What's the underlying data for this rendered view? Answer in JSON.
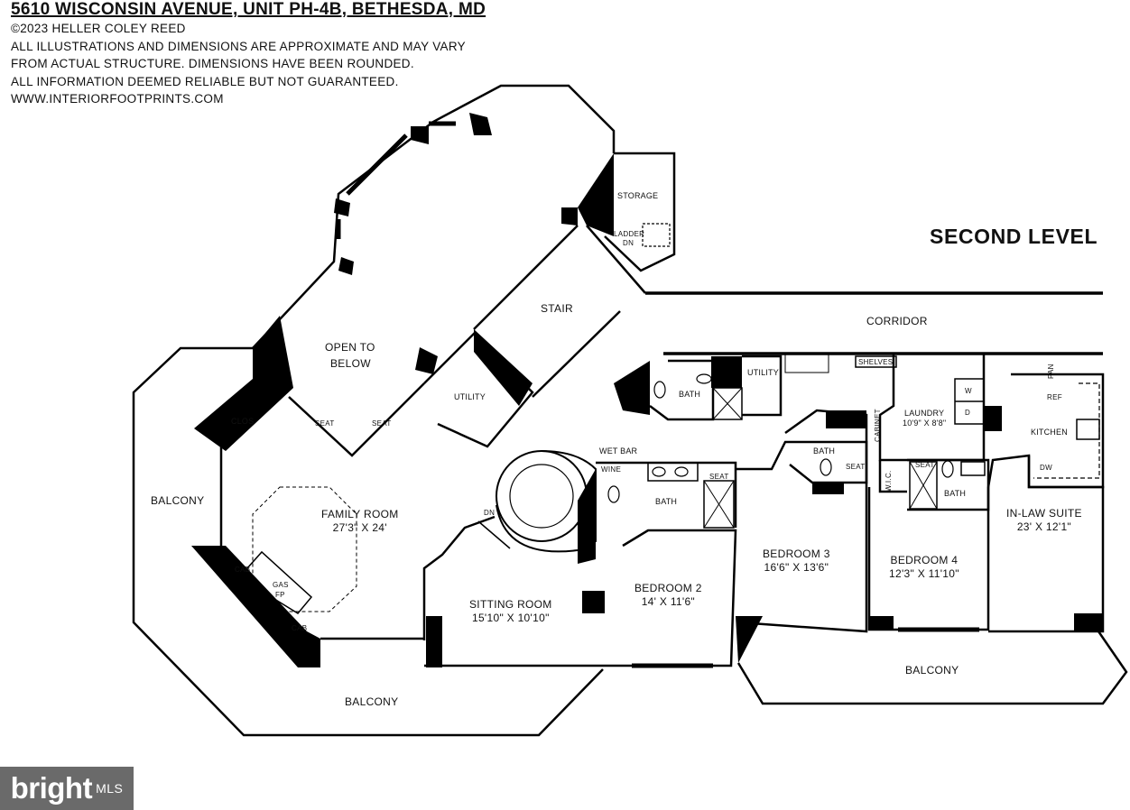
{
  "header": {
    "address": "5610 WISCONSIN AVENUE, UNIT PH-4B, BETHESDA, MD",
    "copyright": "©2023 HELLER COLEY REED",
    "disclaimer_1": "ALL ILLUSTRATIONS AND DIMENSIONS ARE APPROXIMATE AND MAY VARY",
    "disclaimer_2": "FROM ACTUAL STRUCTURE. DIMENSIONS HAVE BEEN ROUNDED.",
    "disclaimer_3": "ALL INFORMATION DEEMED RELIABLE BUT NOT GUARANTEED.",
    "website": "WWW.INTERIORFOOTPRINTS.COM"
  },
  "level_title": "SECOND LEVEL",
  "rooms": {
    "storage": "STORAGE",
    "ladder": "LADDER",
    "ladder_dn": "DN",
    "stair": "STAIR",
    "corridor": "CORRIDOR",
    "open_to": "OPEN TO",
    "below": "BELOW",
    "utility_1": "UTILITY",
    "utility_2": "UTILITY",
    "clos": "CLOS",
    "seat_1": "SEAT",
    "seat_2": "SEAT",
    "balcony_west": "BALCONY",
    "family_room": "FAMILY ROOM",
    "family_room_dim": "27'3\" X 24'",
    "cab_1": "CAB",
    "cab_2": "CAB",
    "gas": "GAS",
    "fp": "FP",
    "balcony_south": "BALCONY",
    "wet_bar": "WET BAR",
    "wine": "WINE",
    "dn": "DN",
    "bath_1": "BATH",
    "bath_2": "BATH",
    "bath_3": "BATH",
    "bath_4": "BATH",
    "seat_3": "SEAT",
    "seat_4": "SEAT",
    "seat_5": "SEAT",
    "sitting_room": "SITTING ROOM",
    "sitting_room_dim": "15'10\" X 10'10\"",
    "bedroom_2": "BEDROOM 2",
    "bedroom_2_dim": "14' X 11'6\"",
    "bedroom_3": "BEDROOM 3",
    "bedroom_3_dim": "16'6\" X 13'6\"",
    "bedroom_4": "BEDROOM 4",
    "bedroom_4_dim": "12'3\" X 11'10\"",
    "shelves": "SHELVES",
    "laundry": "LAUNDRY",
    "laundry_dim": "10'9\" X 8'8\"",
    "cabinet": "CABINET",
    "w": "W",
    "d": "D",
    "wic": "W.I.C.",
    "pan": "PAN",
    "ref": "REF",
    "kitchen": "KITCHEN",
    "dw": "DW",
    "in_law_suite": "IN-LAW SUITE",
    "in_law_suite_dim": "23' X 12'1\"",
    "balcony_east": "BALCONY"
  },
  "badge": {
    "brand": "bright",
    "suffix": "MLS"
  },
  "colors": {
    "wall": "#000000",
    "background": "#ffffff",
    "badge": "#6a6a6a"
  }
}
